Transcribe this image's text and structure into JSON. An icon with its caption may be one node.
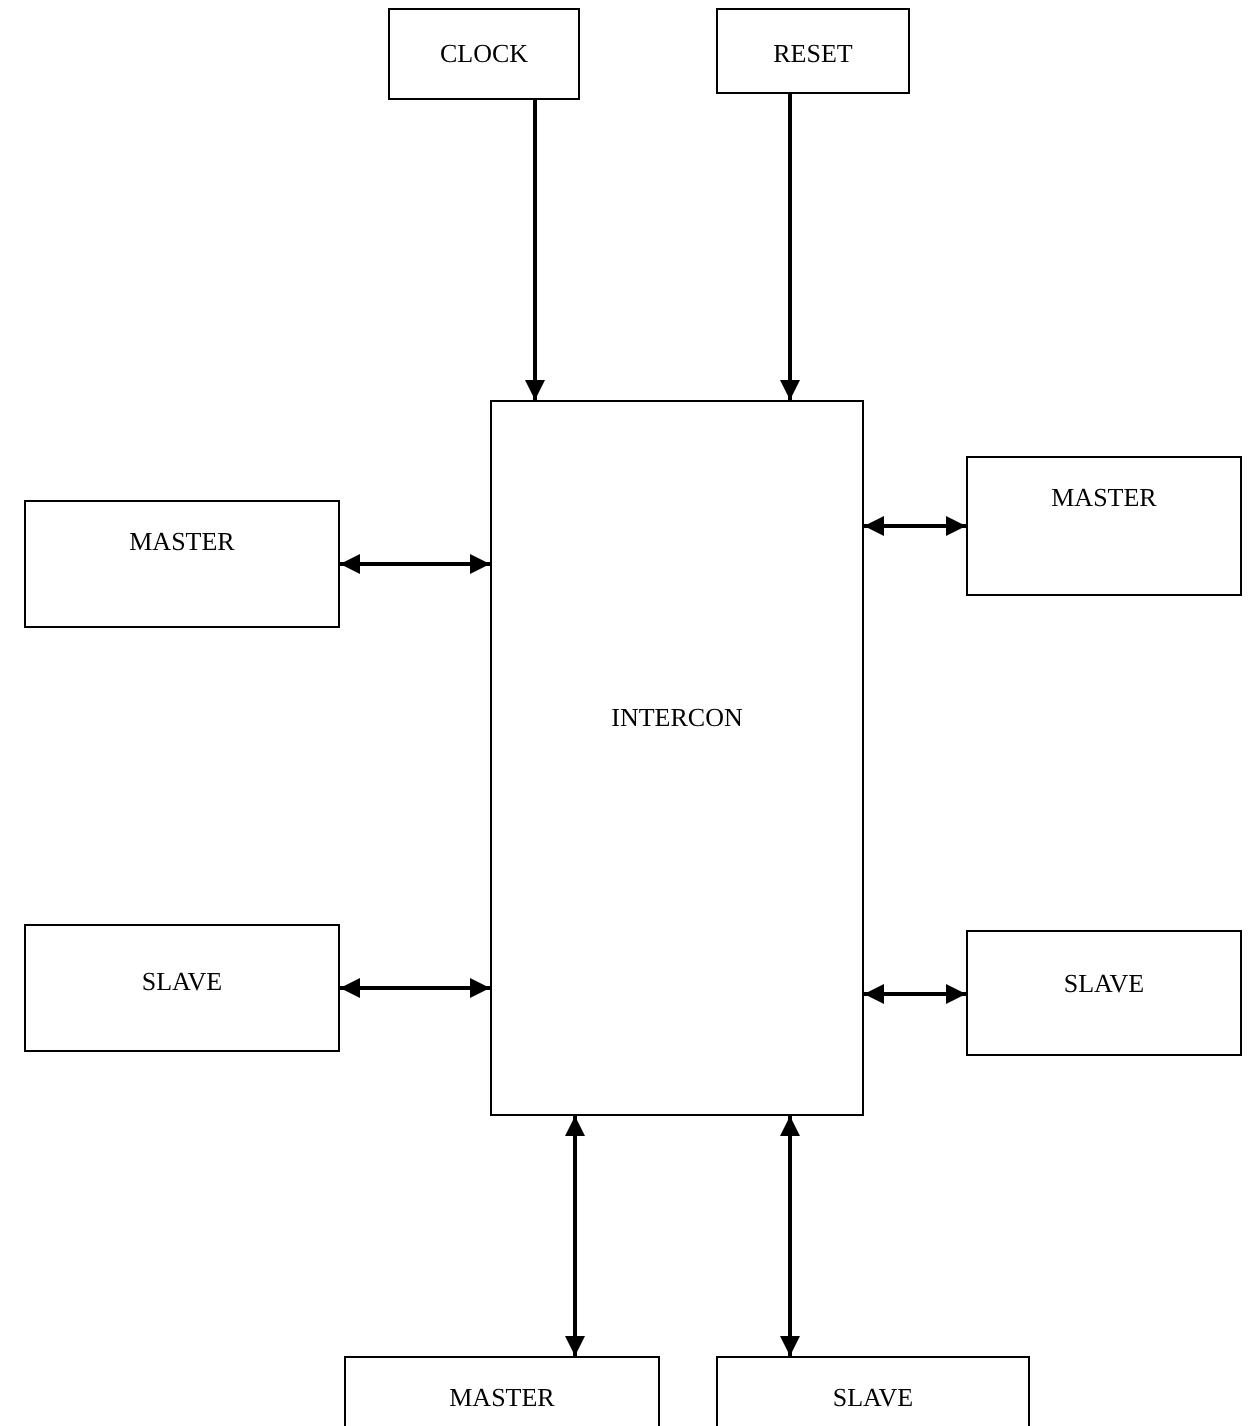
{
  "diagram": {
    "nodes": [
      {
        "text": [
          "CLOCK"
        ]
      },
      {
        "text": [
          "RESET"
        ]
      },
      {
        "text": [
          "INTERCON"
        ]
      },
      {
        "text": [
          "MASTER"
        ]
      },
      {
        "text": [
          "MASTER"
        ]
      },
      {
        "text": [
          "SLAVE"
        ]
      },
      {
        "text": [
          "SLAVE"
        ]
      },
      {
        "text": [
          "MASTER"
        ]
      },
      {
        "text": [
          "SLAVE"
        ]
      }
    ],
    "edges": [
      {
        "from": 0,
        "to": 2,
        "arrow": "to"
      },
      {
        "from": 1,
        "to": 2,
        "arrow": "to"
      },
      {
        "from": 3,
        "to": 2,
        "arrow": "both"
      },
      {
        "from": 2,
        "to": 4,
        "arrow": "both"
      },
      {
        "from": 5,
        "to": 2,
        "arrow": "both"
      },
      {
        "from": 2,
        "to": 6,
        "arrow": "both"
      },
      {
        "from": 2,
        "to": 7,
        "arrow": "both"
      },
      {
        "from": 2,
        "to": 8,
        "arrow": "both"
      }
    ]
  }
}
